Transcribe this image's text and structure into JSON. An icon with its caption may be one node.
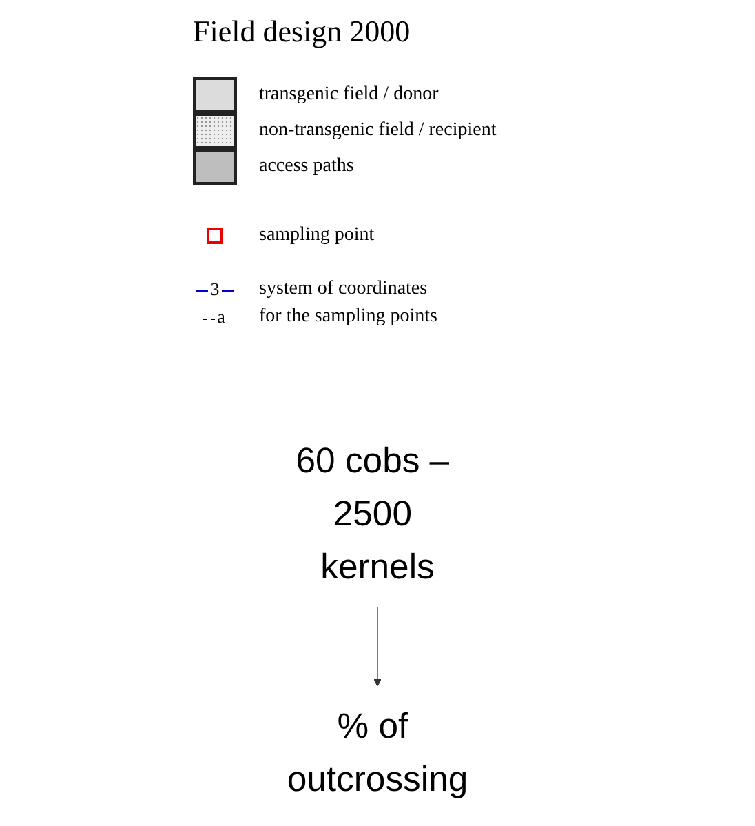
{
  "diagram": {
    "title": "Field design 2000",
    "nodes": [
      {
        "text": [
          "60 cobs – 2500 kernels"
        ]
      },
      {
        "text": [
          "% of outcrossing"
        ]
      }
    ],
    "edges": [
      {
        "from": 0,
        "to": 1,
        "arrow": "to"
      }
    ],
    "labels": [
      "3",
      "a"
    ],
    "legend": [
      {
        "text": "transgenic field / donor",
        "color": "#dcdcdc"
      },
      {
        "text": "non-transgenic field / recipient",
        "color": "#eeeeee"
      },
      {
        "text": "access paths",
        "color": "#bebebe"
      },
      {
        "text": "sampling point"
      },
      {
        "text": "system of coordinates"
      },
      {
        "text": "for the sampling points"
      }
    ]
  }
}
